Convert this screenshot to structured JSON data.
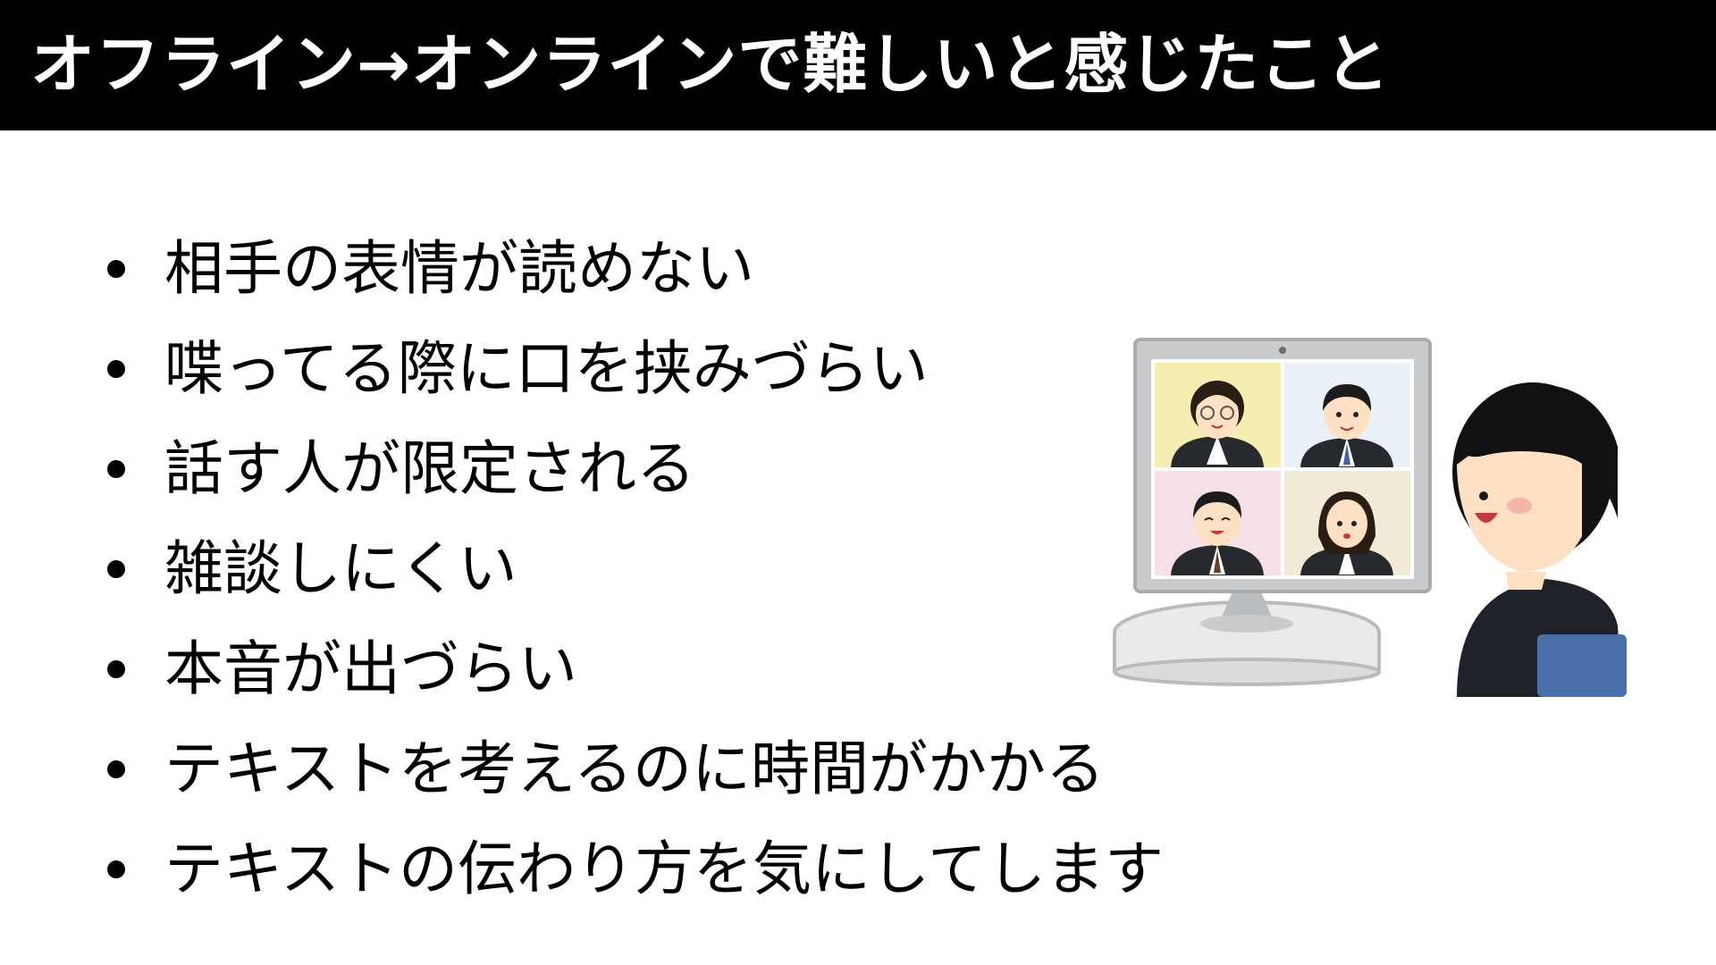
{
  "slide": {
    "title": "オフライン→オンラインで難しいと感じたこと",
    "bullets": [
      "相手の表情が読めない",
      "喋ってる際に口を挟みづらい",
      "話す人が限定される",
      "雑談しにくい",
      "本音が出づらい",
      "テキストを考えるのに時間がかかる",
      "テキストの伝わり方を気にしてします"
    ]
  },
  "colors": {
    "header_background": "#000000",
    "title_text": "#ffffff",
    "body_background": "#ffffff",
    "body_text": "#000000"
  },
  "illustration": {
    "icon": "video-conference-illustration"
  }
}
